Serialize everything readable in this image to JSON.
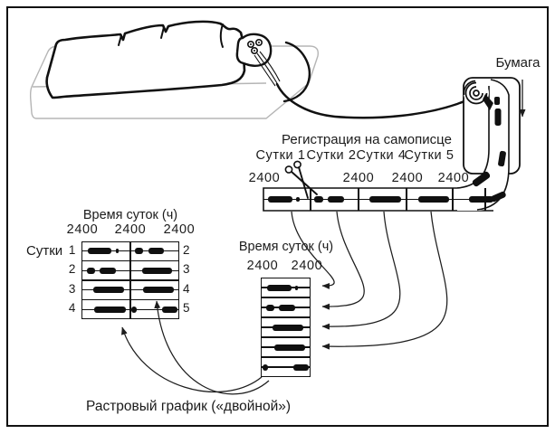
{
  "figure": {
    "bed_scene": {
      "paper_label": "Бумага"
    },
    "recorder_strip": {
      "caption": "Регистрация на самописце",
      "day_labels": [
        "Сутки 1",
        "Сутки 2",
        "Сутки 4",
        "Сутки 5"
      ],
      "tick_labels": [
        "2400",
        "2400",
        "2400",
        "2400"
      ]
    },
    "double_plot": {
      "title": "Время суток (ч)",
      "tick_labels": [
        "2400",
        "2400",
        "2400"
      ],
      "side_label": "Сутки",
      "left_row_numbers": [
        "1",
        "2",
        "3",
        "4"
      ],
      "right_row_numbers": [
        "2",
        "3",
        "4",
        "5"
      ]
    },
    "single_plot": {
      "title": "Время суток (ч)",
      "tick_labels": [
        "2400",
        "2400"
      ]
    },
    "caption": "Растровый график («двойной»)"
  },
  "chart_data": {
    "type": "raster",
    "title": "Растровый график («двойной»)",
    "xlabel": "Время суток (ч)",
    "ylabel": "Сутки",
    "day_activity_intervals": [
      {
        "day": 1,
        "intervals": [
          [
            0.1,
            0.62
          ],
          [
            0.7,
            0.76
          ]
        ]
      },
      {
        "day": 2,
        "intervals": [
          [
            0.08,
            0.26
          ],
          [
            0.36,
            0.7
          ]
        ]
      },
      {
        "day": 3,
        "intervals": [
          [
            0.23,
            0.88
          ]
        ]
      },
      {
        "day": 4,
        "intervals": [
          [
            0.25,
            0.92
          ]
        ]
      },
      {
        "day": 5,
        "intervals": [
          [
            0.0,
            0.12
          ],
          [
            0.66,
            1.0
          ]
        ]
      }
    ],
    "strip_segment_intervals": [
      [
        [
          0.1,
          0.62
        ],
        [
          0.7,
          0.76
        ]
      ],
      [
        [
          0.08,
          0.26
        ],
        [
          0.36,
          0.7
        ]
      ],
      [
        [
          0.23,
          0.88
        ]
      ],
      [
        [
          0.25,
          0.92
        ]
      ],
      [
        [
          0.4,
          1.0
        ]
      ]
    ],
    "double_plot_rows": [
      [
        "1",
        "2"
      ],
      [
        "2",
        "3"
      ],
      [
        "3",
        "4"
      ],
      [
        "4",
        "5"
      ]
    ]
  }
}
